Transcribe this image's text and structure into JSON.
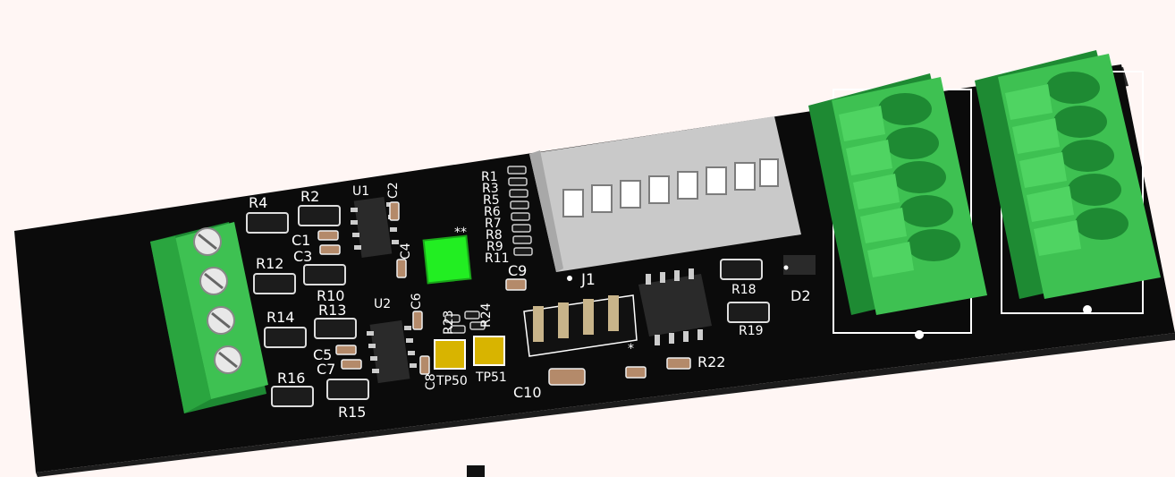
{
  "colors": {
    "background": "#fff6f4",
    "board": "#0b0b0b",
    "silkscreen": "#ffffff",
    "terminal_green": "#3ec152",
    "terminal_dark": "#1e8a33",
    "header_grey": "#c9c9c9",
    "test_pad": "#d8b400",
    "led_green": "#22ee22",
    "ic_body": "#2a2a2a",
    "resistor_body": "#1c1c1c",
    "capacitor_body": "#b48a6a"
  },
  "labels": {
    "R4": "R4",
    "R2": "R2",
    "U1": "U1",
    "C2": "C2",
    "C1": "C1",
    "C3": "C3",
    "C4": "C4",
    "R12": "R12",
    "R10": "R10",
    "R14": "R14",
    "R13": "R13",
    "U2": "U2",
    "C6": "C6",
    "C5": "C5",
    "C7": "C7",
    "R16": "R16",
    "R15": "R15",
    "C8": "C8",
    "R23": "R23",
    "R24": "R24",
    "TP50": "TP50",
    "TP51": "TP51",
    "R1": "R1",
    "R3": "R3",
    "R5": "R5",
    "R6": "R6",
    "R7": "R7",
    "R8": "R8",
    "R9": "R9",
    "R11": "R11",
    "C9": "C9",
    "J1": "J1",
    "C10": "C10",
    "R22": "R22",
    "R18": "R18",
    "R19": "R19",
    "D2": "D2",
    "star_double": "**",
    "star_single": "*"
  }
}
